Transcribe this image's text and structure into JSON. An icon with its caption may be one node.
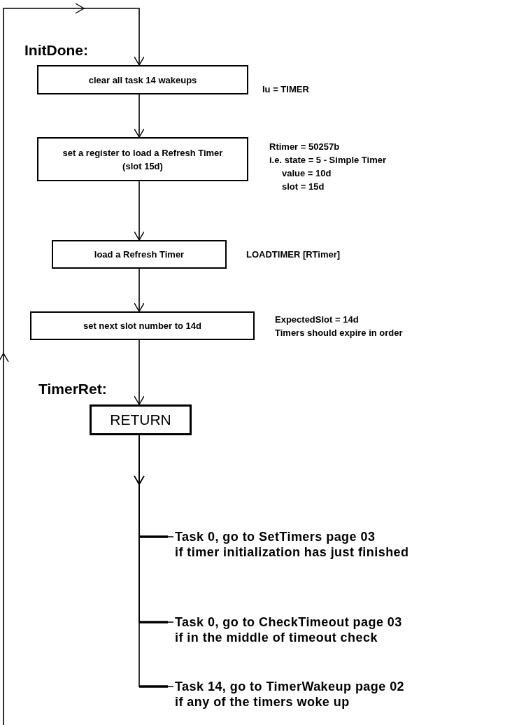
{
  "diagram": {
    "nodes": [
      {
        "text": [
          "InitDone:",
          "clear all task 14 wakeups"
        ],
        "beside": [
          "lu = TIMER"
        ]
      },
      {
        "text": [
          "set a register to load a Refresh Timer (slot 15d)"
        ],
        "beside": [
          "Rtimer = 50257b",
          "i.e. state = 5 - Simple Timer",
          "value = 10d",
          "slot = 15d"
        ]
      },
      {
        "text": [
          "load a Refresh Timer"
        ],
        "beside": [
          "LOADTIMER [RTimer]"
        ]
      },
      {
        "text": [
          "set next slot number to 14d"
        ],
        "beside": [
          "ExpectedSlot = 14d",
          "Timers should expire in order"
        ]
      },
      {
        "text": [
          "TimerRet:",
          "RETURN"
        ]
      },
      {
        "text": [
          "Task 0, go to SetTimers page 03",
          "if timer initialization has just finished"
        ]
      },
      {
        "text": [
          "Task 0, go to CheckTimeout page 03",
          "if in the middle of timeout check"
        ]
      },
      {
        "text": [
          "Task 14, go to TimerWakeup page 02",
          "if any of the  timers woke up"
        ]
      }
    ],
    "edges": [
      {
        "from": null,
        "to": 0,
        "arrow": "to"
      },
      {
        "from": 0,
        "to": 1,
        "arrow": "to"
      },
      {
        "from": 1,
        "to": 2,
        "arrow": "to"
      },
      {
        "from": 2,
        "to": 3,
        "arrow": "to"
      },
      {
        "from": 3,
        "to": 4,
        "arrow": "to"
      },
      {
        "from": 4,
        "to": 5,
        "arrow": "to"
      },
      {
        "from": 4,
        "to": 6,
        "arrow": "to"
      },
      {
        "from": 4,
        "to": 7,
        "arrow": "to"
      }
    ]
  }
}
